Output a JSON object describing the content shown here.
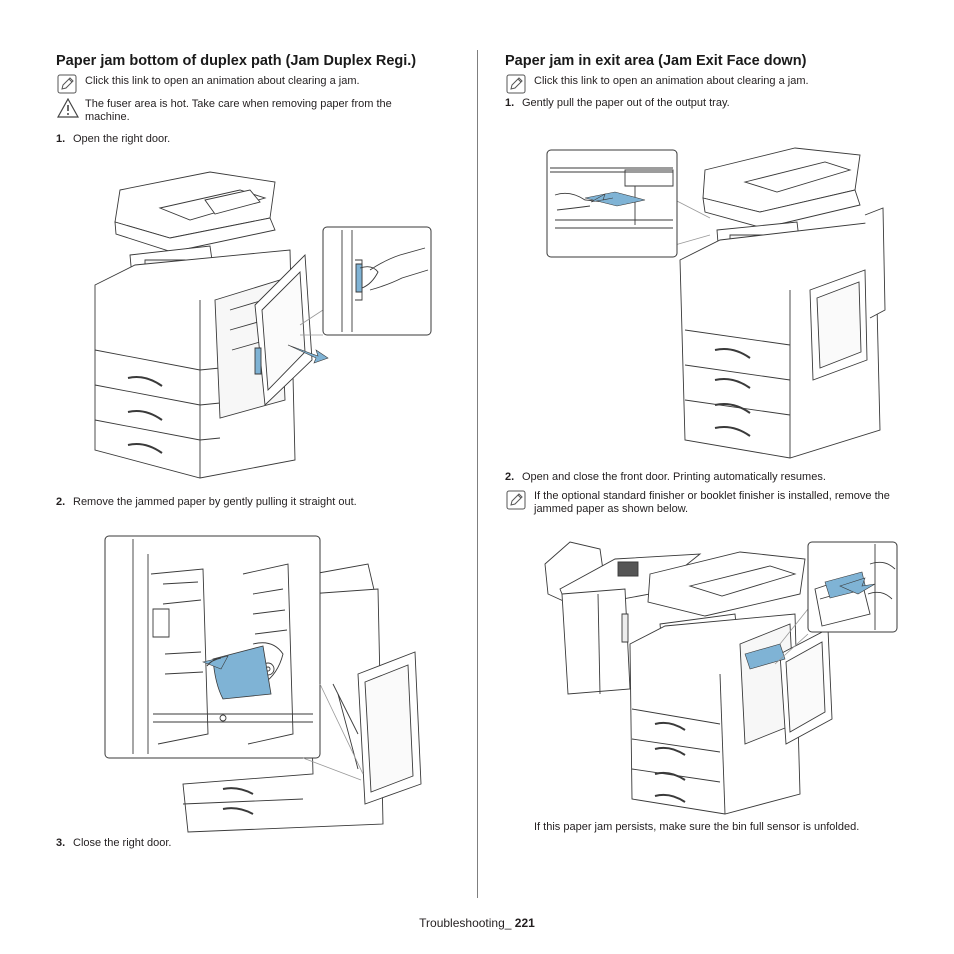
{
  "left": {
    "title": "Paper jam bottom of duplex path (Jam Duplex Regi.)",
    "note1": "Click this link to open an animation about clearing a jam.",
    "warning": "The fuser area is hot. Take care when removing paper from the machine.",
    "steps": [
      {
        "num": "1.",
        "text": "Open the right door."
      },
      {
        "num": "2.",
        "text": "Remove the jammed paper by gently pulling it straight out."
      },
      {
        "num": "3.",
        "text": "Close the right door."
      }
    ]
  },
  "right": {
    "title": "Paper jam in exit area (Jam Exit Face down)",
    "note1": "Click this link to open an animation about clearing a jam.",
    "steps": [
      {
        "num": "1.",
        "text": "Gently pull the paper out of the output tray."
      },
      {
        "num": "2.",
        "text": "Open and close the front door. Printing automatically resumes."
      }
    ],
    "note2": "If the optional standard finisher or booklet finisher is installed, remove the jammed paper as shown below.",
    "closing": "If this paper jam persists, make sure the bin full sensor is unfolded."
  },
  "footer": {
    "section": "Troubleshooting_",
    "page": "221"
  },
  "icons": {
    "note": "note-pencil-icon",
    "warning": "warning-triangle-icon"
  },
  "colors": {
    "accent_blue": "#7fb3d5",
    "line": "#3a3a3a"
  }
}
